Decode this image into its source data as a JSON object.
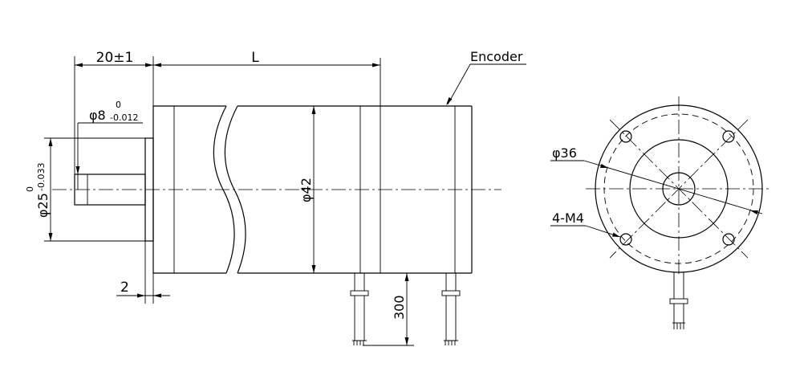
{
  "labels": {
    "shaft_length": "20±1",
    "body_length": "L",
    "encoder": "Encoder",
    "shaft_dia": "φ8",
    "shaft_tol_upper": "0",
    "shaft_tol_lower": "-0.012",
    "pilot_dia": "φ25",
    "pilot_tol_upper": "0",
    "pilot_tol_lower": "-0.033",
    "body_dia": "φ42",
    "flange_thickness": "2",
    "lead_length": "300",
    "bolt_circle": "φ36",
    "holes": "4-M4"
  }
}
